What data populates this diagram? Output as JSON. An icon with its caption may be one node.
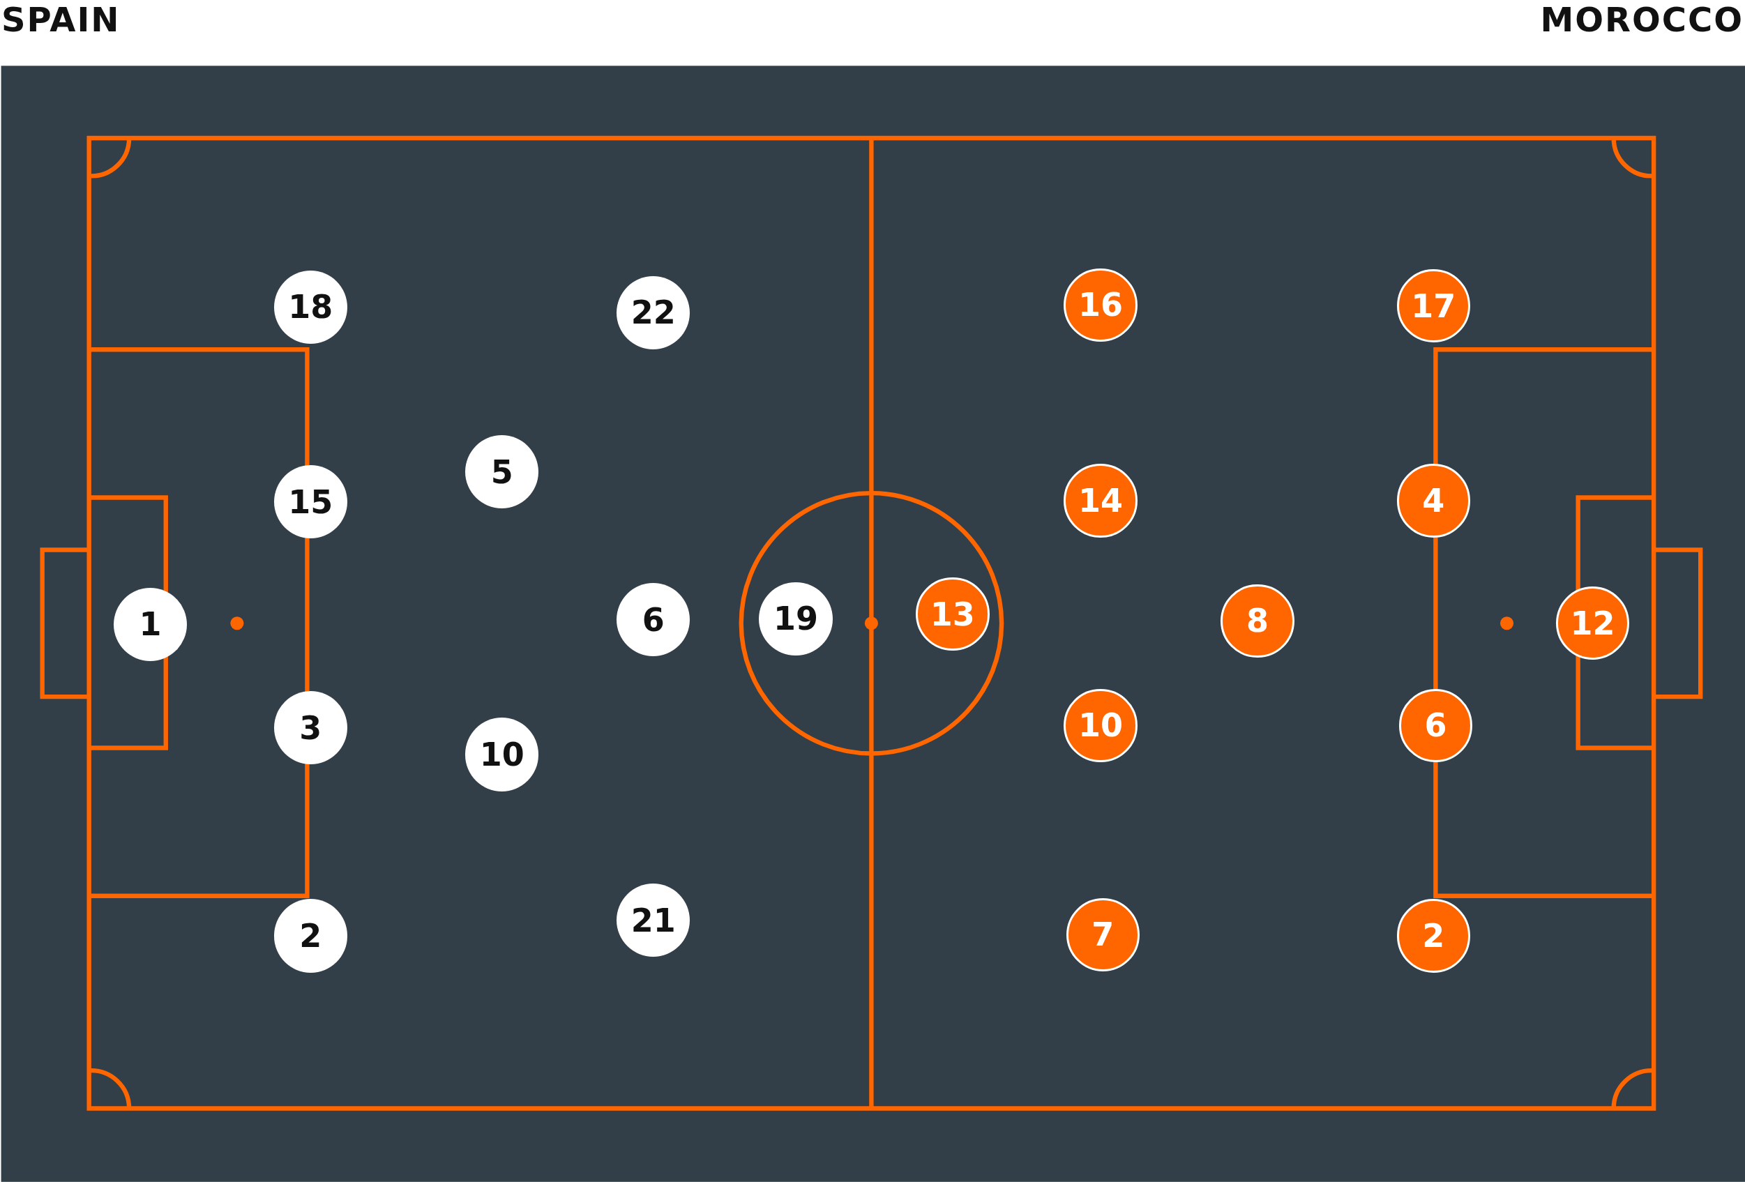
{
  "diagram": {
    "nodes": [
      {
        "text": [
          "18"
        ]
      },
      {
        "text": [
          "22"
        ]
      },
      {
        "text": [
          "5"
        ]
      },
      {
        "text": [
          "15"
        ]
      },
      {
        "text": [
          "1"
        ]
      },
      {
        "text": [
          "6"
        ]
      },
      {
        "text": [
          "19"
        ]
      },
      {
        "text": [
          "3"
        ]
      },
      {
        "text": [
          "10"
        ]
      },
      {
        "text": [
          "21"
        ]
      },
      {
        "text": [
          "2"
        ]
      },
      {
        "text": [
          "16"
        ]
      },
      {
        "text": [
          "17"
        ]
      },
      {
        "text": [
          "14"
        ]
      },
      {
        "text": [
          "4"
        ]
      },
      {
        "text": [
          "13"
        ]
      },
      {
        "text": [
          "8"
        ]
      },
      {
        "text": [
          "12"
        ]
      },
      {
        "text": [
          "10"
        ]
      },
      {
        "text": [
          "6"
        ]
      },
      {
        "text": [
          "7"
        ]
      },
      {
        "text": [
          "2"
        ]
      }
    ],
    "labels": [
      "SPAIN",
      "MOROCCO"
    ]
  }
}
